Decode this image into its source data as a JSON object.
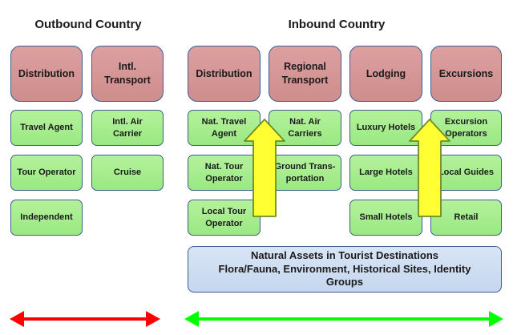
{
  "headings": {
    "outbound": "Outbound Country",
    "inbound": "Inbound Country"
  },
  "outbound": {
    "categories": [
      "Distribution",
      "Intl.\nTransport"
    ],
    "distribution_items": [
      "Travel Agent",
      "Tour Operator",
      "Independent"
    ],
    "transport_items": [
      "Intl. Air\nCarrier",
      "Cruise"
    ]
  },
  "inbound": {
    "categories": [
      "Distribution",
      "Regional\nTransport",
      "Lodging",
      "Excursions"
    ],
    "distribution_items": [
      "Nat. Travel\nAgent",
      "Nat. Tour\nOperator",
      "Local Tour\nOperator"
    ],
    "transport_items": [
      "Nat. Air\nCarriers",
      "Ground Trans-\nportation"
    ],
    "lodging_items": [
      "Luxury Hotels",
      "Large Hotels",
      "Small Hotels"
    ],
    "excursion_items": [
      "Excursion\nOperators",
      "Local Guides",
      "Retail"
    ]
  },
  "natural_assets": "Natural Assets in Tourist Destinations\nFlora/Fauna, Environment, Historical Sites, Identity\nGroups",
  "colors": {
    "category_fill": "#d49595",
    "item_fill": "#a6ee8c",
    "assets_fill": "#cfdcf1",
    "border": "#3c5f8e",
    "outbound_arrow": "#ff0000",
    "inbound_arrow": "#00ff00",
    "up_arrow_fill": "#ffff33",
    "up_arrow_stroke": "#6b8e23"
  }
}
